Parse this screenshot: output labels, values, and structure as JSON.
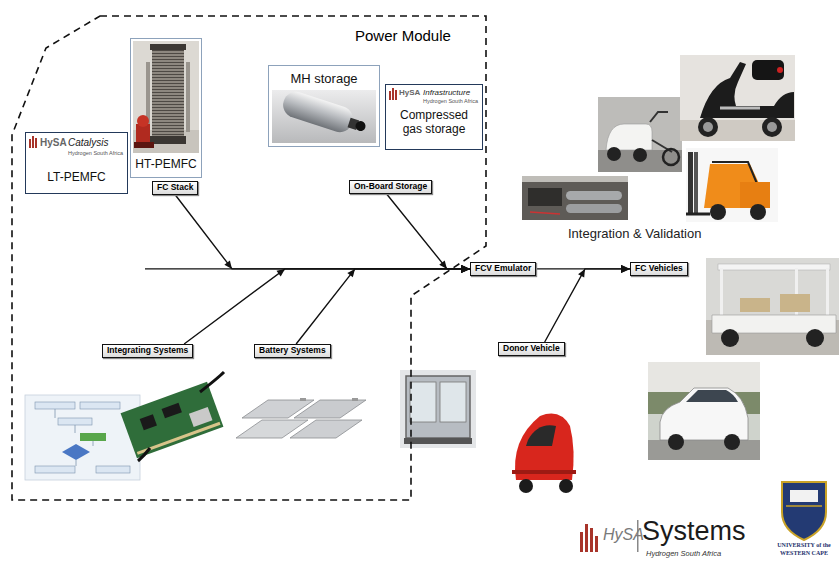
{
  "diagram": {
    "nodes": [
      {
        "text": [
          "Power Module"
        ]
      },
      {
        "text": [
          "HT-PEMFC"
        ],
        "in": 0
      },
      {
        "text": [
          "MH storage"
        ],
        "in": 0
      },
      {
        "text": [
          "HySA",
          "Infrastructure",
          "Hydrogen South Africa",
          "Compressed gas storage"
        ],
        "in": 0
      },
      {
        "text": [
          "HySA",
          "Catalysis",
          "Hydrogen South Africa",
          "LT-PEMFC"
        ],
        "in": 0
      },
      {
        "text": [
          "FC Stack"
        ],
        "in": 0
      },
      {
        "text": [
          "On-Board Storage"
        ],
        "in": 0
      },
      {
        "text": [
          "FCV Emulator"
        ]
      },
      {
        "text": [
          "FC Vehicles"
        ]
      },
      {
        "text": [
          "Integrating Systems"
        ],
        "in": 0
      },
      {
        "text": [
          "Battery Systems"
        ],
        "in": 0
      },
      {
        "text": [
          "Donor Vehicle"
        ]
      }
    ],
    "edges": [
      {
        "from": 5,
        "to": 7,
        "arrow": "to"
      },
      {
        "from": 6,
        "to": 7,
        "arrow": "to"
      },
      {
        "from": 9,
        "to": 7,
        "arrow": "to"
      },
      {
        "from": 10,
        "to": 7,
        "arrow": "to"
      },
      {
        "from": 7,
        "to": 8,
        "arrow": "to"
      },
      {
        "from": 11,
        "to": 8,
        "arrow": "to"
      }
    ],
    "labels": [
      "Integration & Validation",
      "HySA",
      "Systems",
      "Hydrogen South Africa",
      "UNIVERSITY of the",
      "WESTERN CAPE"
    ]
  }
}
